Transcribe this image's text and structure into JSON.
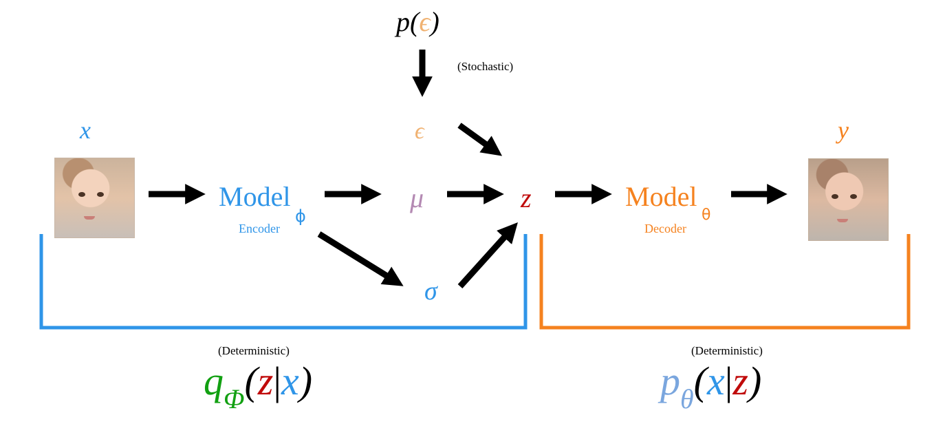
{
  "colors": {
    "encoder": "#2f95e8",
    "decoder": "#f5821f",
    "z": "#c00a0a",
    "epsilon": "#f0b272",
    "mu": "#b48ab3",
    "sigma": "#2f95e8",
    "q": "#12a012",
    "p": "#7aa6de",
    "arrow": "#000000"
  },
  "labels": {
    "p_eps_p": "p(",
    "p_eps_e": "ϵ",
    "p_eps_close": ")",
    "stochastic": "(Stochastic)",
    "x": "x",
    "y": "y",
    "epsilon": "ϵ",
    "mu": "μ",
    "sigma": "σ",
    "z": "z",
    "encoder_model": "Model",
    "encoder_sub": "Encoder",
    "encoder_param": "ϕ",
    "decoder_model": "Model",
    "decoder_sub": "Decoder",
    "decoder_param": "θ",
    "deterministic_left": "(Deterministic)",
    "deterministic_right": "(Deterministic)"
  },
  "q_formula": {
    "q": "q",
    "sub": "Φ",
    "open": "(",
    "z": "z",
    "bar": "|",
    "x": "x",
    "close": ")"
  },
  "p_formula": {
    "p": "p",
    "sub": "θ",
    "open": "(",
    "x": "x",
    "bar": "|",
    "z": "z",
    "close": ")"
  },
  "images": {
    "input_image_icon": "child-face-photo",
    "output_image_icon": "child-face-photo-reconstructed"
  }
}
